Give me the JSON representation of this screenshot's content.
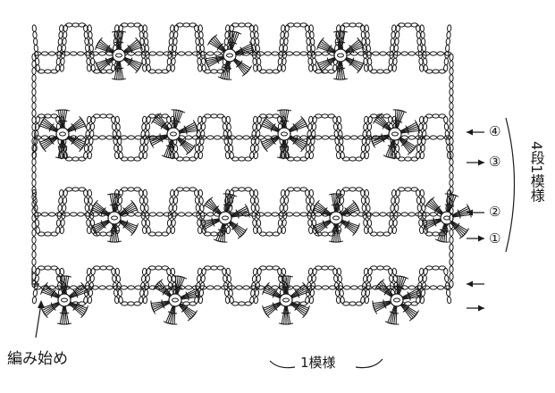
{
  "diagram": {
    "rows": 4,
    "repeat": 5,
    "ink_color": "#1a1a1a",
    "row_markers": [
      "④",
      "③",
      "②",
      "①"
    ],
    "right_label": "4段1模様",
    "bottom_label": "1模様",
    "start_label": "編み始め"
  }
}
